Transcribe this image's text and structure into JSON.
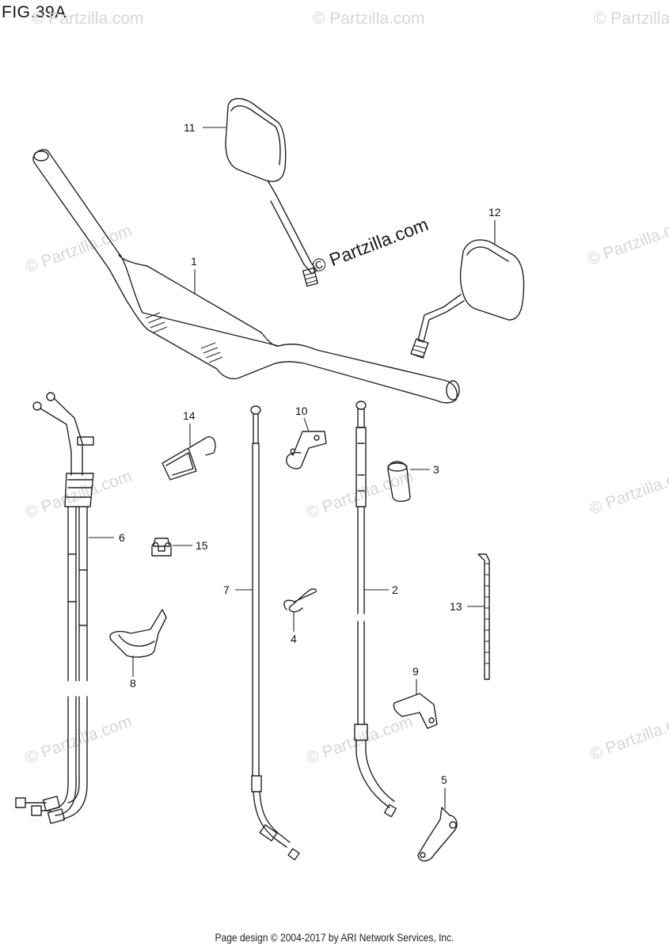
{
  "figure_title": "FIG.39A",
  "footer_text": "Page design © 2004-2017 by ARI Network Services, Inc.",
  "watermark_main": "© Partzilla.com",
  "watermark_faint": "© Partzilla.com",
  "callouts": {
    "c1": "1",
    "c2": "2",
    "c3": "3",
    "c4": "4",
    "c5": "5",
    "c6": "6",
    "c7": "7",
    "c8": "8",
    "c9": "9",
    "c10": "10",
    "c11": "11",
    "c12": "12",
    "c13": "13",
    "c14": "14",
    "c15": "15"
  }
}
